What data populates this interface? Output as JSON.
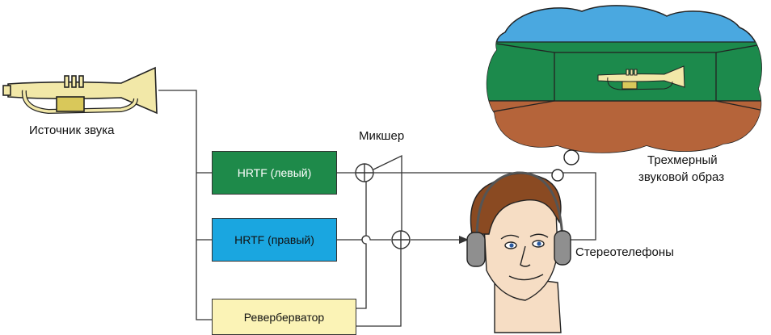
{
  "labels": {
    "source": "Источник звука",
    "mixer": "Микшер",
    "image_line1": "Трехмерный",
    "image_line2": "звуковой образ",
    "headphones": "Стереотелефоны"
  },
  "blocks": {
    "hrtf_left": "HRTF (левый)",
    "hrtf_right": "HRTF (правый)",
    "reverb": "Реверберватор"
  },
  "colors": {
    "hrtf_left": "#1e8a4a",
    "hrtf_right": "#1aa6e0",
    "reverb": "#fbf3b6",
    "sky": "#4aa8e0",
    "walls": "#1c8a4c",
    "floor": "#b5643a",
    "brass": "#f2e8a8"
  },
  "icons": [
    "trumpet-icon",
    "summing-junction-icon",
    "listener-head-icon",
    "thought-bubble-icon"
  ]
}
